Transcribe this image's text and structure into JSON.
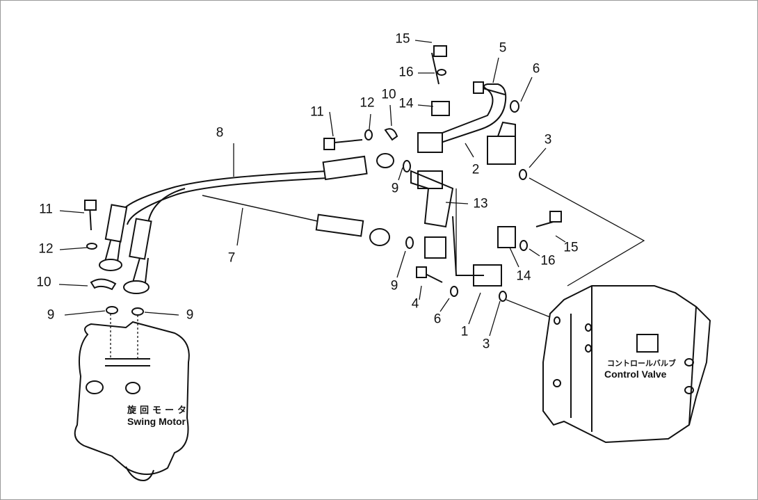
{
  "callouts": [
    "15",
    "16",
    "5",
    "6",
    "14",
    "11",
    "12",
    "10",
    "8",
    "2",
    "3",
    "9",
    "13",
    "11",
    "12",
    "10",
    "7",
    "9",
    "14",
    "16",
    "15",
    "4",
    "6",
    "1",
    "3",
    "9",
    "9"
  ],
  "swing_motor": {
    "jp": "旋回モータ",
    "en": "Swing Motor"
  },
  "control_valve": {
    "jp": "コントロールバルブ",
    "en": "Control Valve"
  }
}
